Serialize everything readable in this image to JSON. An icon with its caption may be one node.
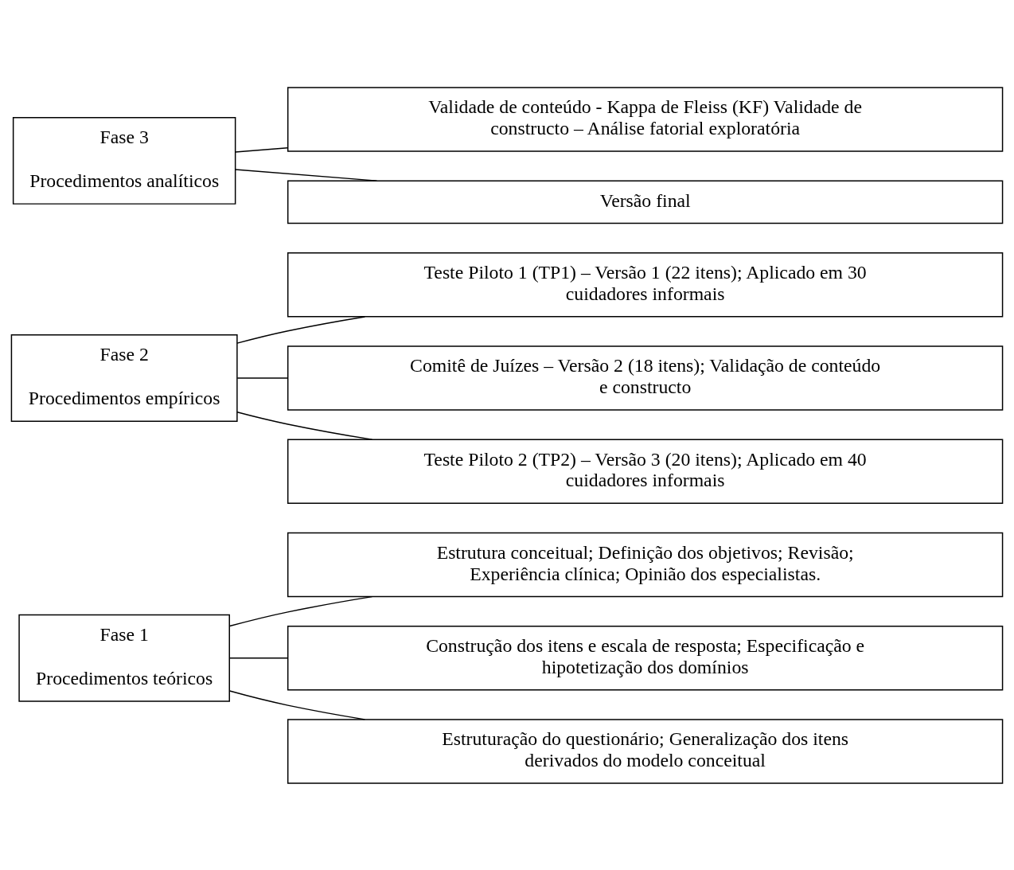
{
  "diagram": {
    "nodes": [
      {
        "text": [
          "Fase 1",
          "Procedimentos teóricos"
        ]
      },
      {
        "text": [
          "Estrutura conceitual; Definição dos objetivos; Revisão; Experiência clínica; Opinião dos especialistas."
        ]
      },
      {
        "text": [
          "Construção dos itens e escala de resposta; Especificação e hipotetização dos domínios"
        ]
      },
      {
        "text": [
          "Estruturação do questionário; Generalização dos itens derivados do modelo conceitual"
        ]
      },
      {
        "text": [
          "Fase 2",
          "Procedimentos empíricos"
        ]
      },
      {
        "text": [
          "Teste Piloto 1 (TP1) – Versão 1 (22 itens); Aplicado em 30 cuidadores informais"
        ]
      },
      {
        "text": [
          "Comitê de Juízes – Versão 2 (18 itens); Validação de conteúdo e constructo"
        ]
      },
      {
        "text": [
          "Teste Piloto 2 (TP2) – Versão 3 (20 itens); Aplicado em 40 cuidadores informais"
        ]
      },
      {
        "text": [
          "Fase 3",
          "Procedimentos analíticos"
        ]
      },
      {
        "text": [
          "Validade de conteúdo - Kappa de Fleiss (KF) Validade de constructo – Análise fatorial exploratória"
        ]
      },
      {
        "text": [
          "Versão final"
        ]
      }
    ],
    "edges": [
      {
        "from": 0,
        "to": 1,
        "arrow": "none"
      },
      {
        "from": 0,
        "to": 2,
        "arrow": "none"
      },
      {
        "from": 0,
        "to": 3,
        "arrow": "none"
      },
      {
        "from": 4,
        "to": 5,
        "arrow": "none"
      },
      {
        "from": 4,
        "to": 6,
        "arrow": "none"
      },
      {
        "from": 4,
        "to": 7,
        "arrow": "none"
      },
      {
        "from": 8,
        "to": 9,
        "arrow": "none"
      },
      {
        "from": 8,
        "to": 10,
        "arrow": "none"
      }
    ]
  }
}
